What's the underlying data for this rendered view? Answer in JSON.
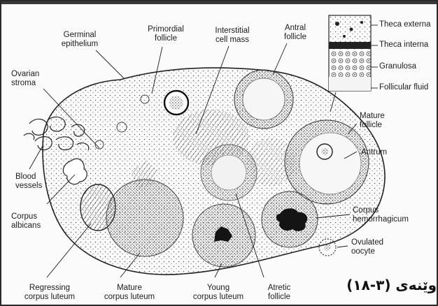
{
  "labels": {
    "germinal_epithelium": [
      "Germinal",
      "epithelium"
    ],
    "primordial_follicle": [
      "Primordial",
      "follicle"
    ],
    "interstitial_cell_mass": [
      "Interstitial",
      "cell mass"
    ],
    "antral_follicle": [
      "Antral",
      "follicle"
    ],
    "ovarian_stroma": [
      "Ovarian",
      "stroma"
    ],
    "blood_vessels": [
      "Blood",
      "vessels"
    ],
    "corpus_albicans": [
      "Corpus",
      "albicans"
    ],
    "regressing_corpus_luteum": [
      "Regressing",
      "corpus luteum"
    ],
    "mature_corpus_luteum": [
      "Mature",
      "corpus luteum"
    ],
    "young_corpus_luteum": [
      "Young",
      "corpus luteum"
    ],
    "atretic_follicle": [
      "Atretic",
      "follicle"
    ],
    "mature_follicle": [
      "Mature",
      "follicle"
    ],
    "antrum": "Antrum",
    "corpus_hemorrhagicum": [
      "Corpus",
      "hemorrhagicum"
    ],
    "ovulated_oocyte": [
      "Ovulated",
      "oocyte"
    ]
  },
  "inset_labels": {
    "theca_externa": "Theca externa",
    "theca_interna": "Theca interna",
    "granulosa": "Granulosa",
    "follicular_fluid": "Follicular fluid"
  },
  "caption": "وێنەی (٣-١٨)",
  "colors": {
    "ink": "#1c1c1c",
    "stipple": "#555555",
    "clot": "#141414",
    "background": "#fbfbfb"
  }
}
